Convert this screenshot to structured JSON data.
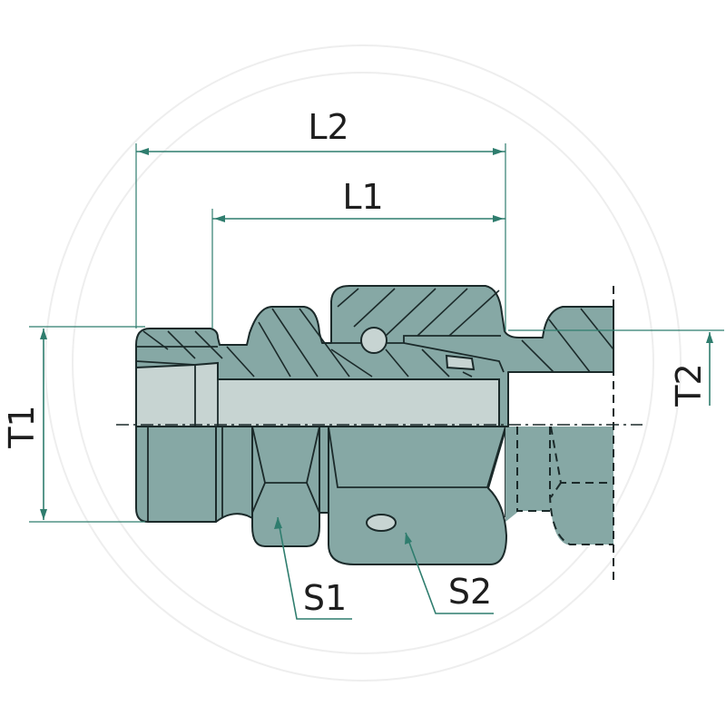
{
  "diagram": {
    "type": "technical-cross-section",
    "subject": "hydraulic straight fitting with union nut",
    "colors": {
      "body_fill": "#86a8a5",
      "bore_fill": "#c7d4d2",
      "outline": "#1b2a2a",
      "dimension_line": "#2f7d6e",
      "label_text": "#1e1e1e",
      "background": "#ffffff"
    },
    "dimensions": {
      "L2": {
        "label": "L2",
        "orientation": "horizontal"
      },
      "L1": {
        "label": "L1",
        "orientation": "horizontal"
      },
      "T1": {
        "label": "T1",
        "orientation": "vertical"
      },
      "T2": {
        "label": "T2",
        "orientation": "vertical"
      }
    },
    "callouts": {
      "S1": {
        "label": "S1",
        "target": "hex-body"
      },
      "S2": {
        "label": "S2",
        "target": "union-nut"
      }
    }
  }
}
